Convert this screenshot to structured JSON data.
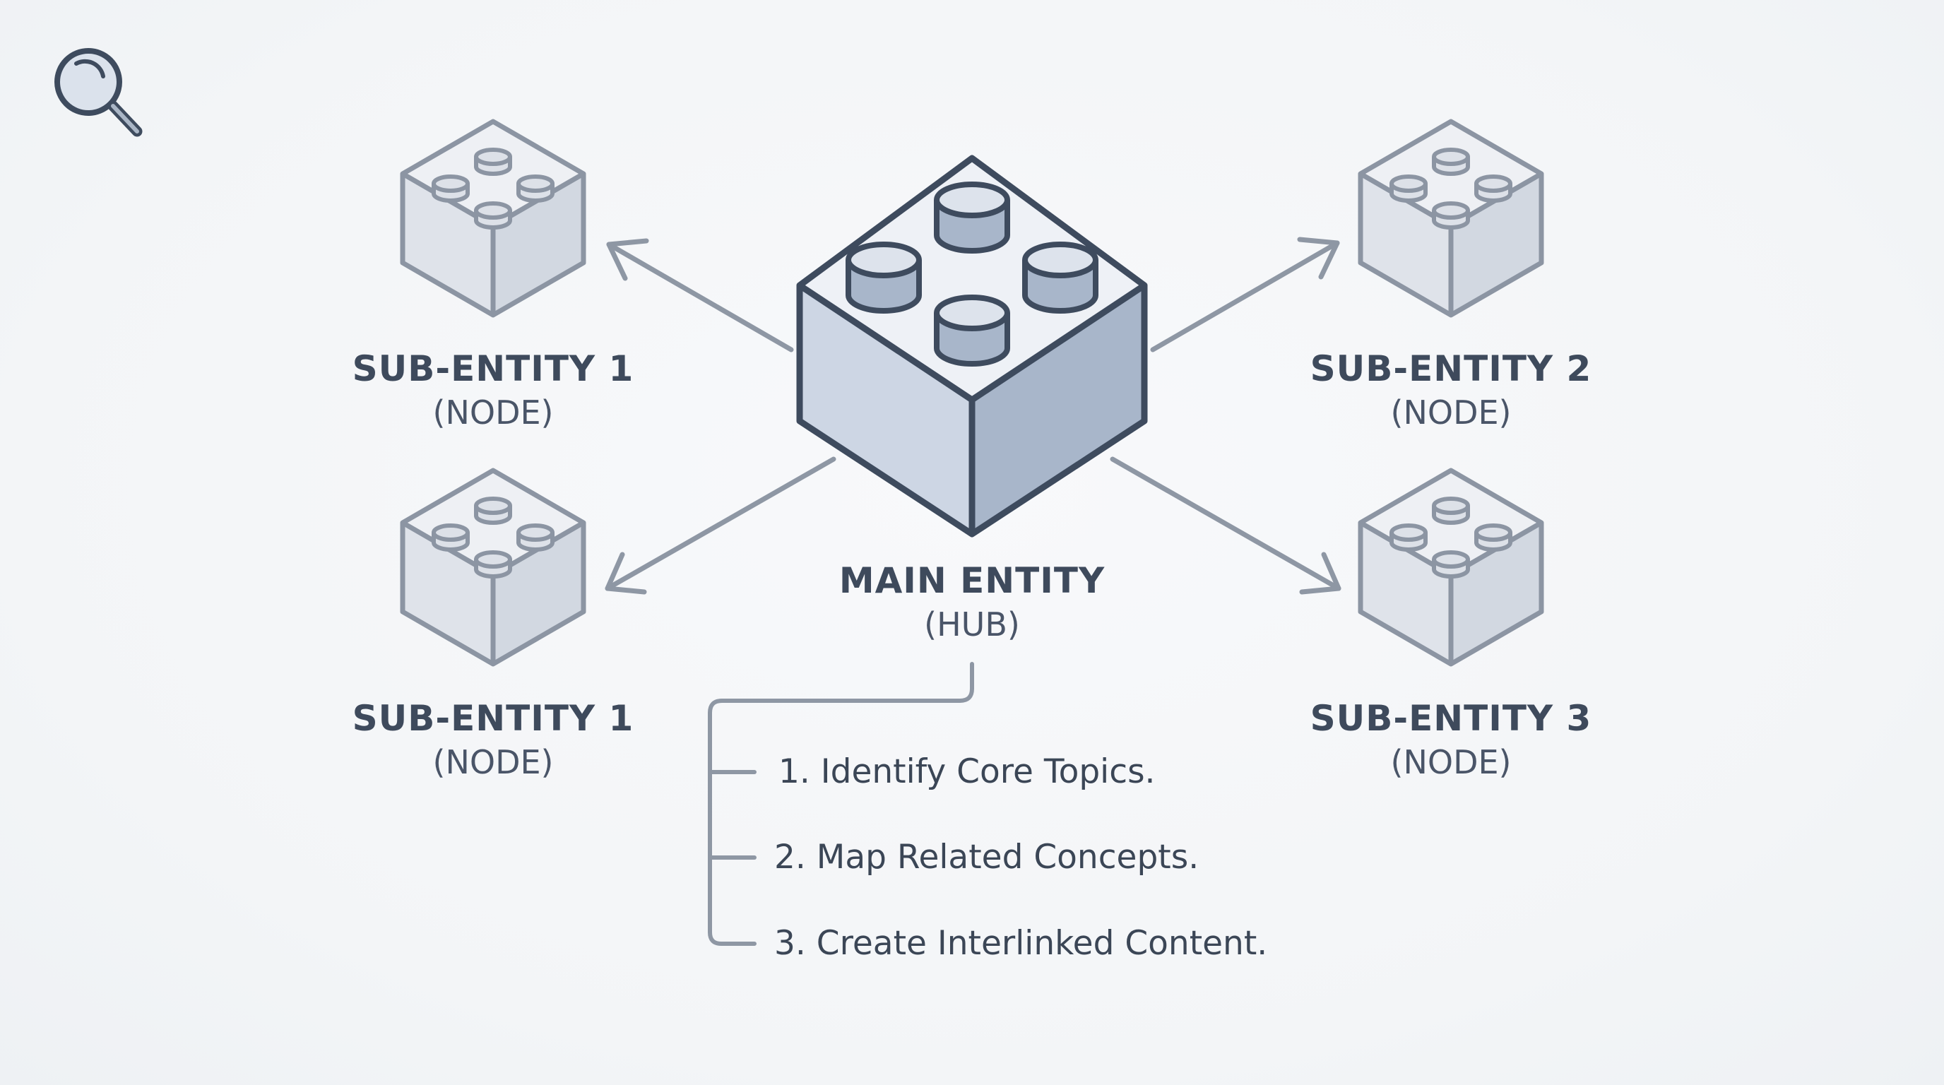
{
  "hub": {
    "title": "MAIN ENTITY",
    "subtitle": "(HUB)"
  },
  "nodes": [
    {
      "title": "SUB-ENTITY 1",
      "subtitle": "(NODE)"
    },
    {
      "title": "SUB-ENTITY 2",
      "subtitle": "(NODE)"
    },
    {
      "title": "SUB-ENTITY 1",
      "subtitle": "(NODE)"
    },
    {
      "title": "SUB-ENTITY 3",
      "subtitle": "(NODE)"
    }
  ],
  "steps": [
    "1. Identify Core Topics.",
    "2. Map Related Concepts.",
    "3. Create Interlinked Content."
  ],
  "icons": {
    "corner": "magnifier-icon",
    "hub": "brick-icon",
    "node": "brick-icon"
  },
  "colors": {
    "hub_stroke": "#3e4b5e",
    "hub_top": "#eef1f6",
    "hub_left": "#cdd6e4",
    "hub_right": "#a8b6ca",
    "node_stroke": "#8c95a3",
    "node_fill": "#e5e8ee",
    "arrow": "#8e97a4",
    "text": "#3e4a5c"
  }
}
